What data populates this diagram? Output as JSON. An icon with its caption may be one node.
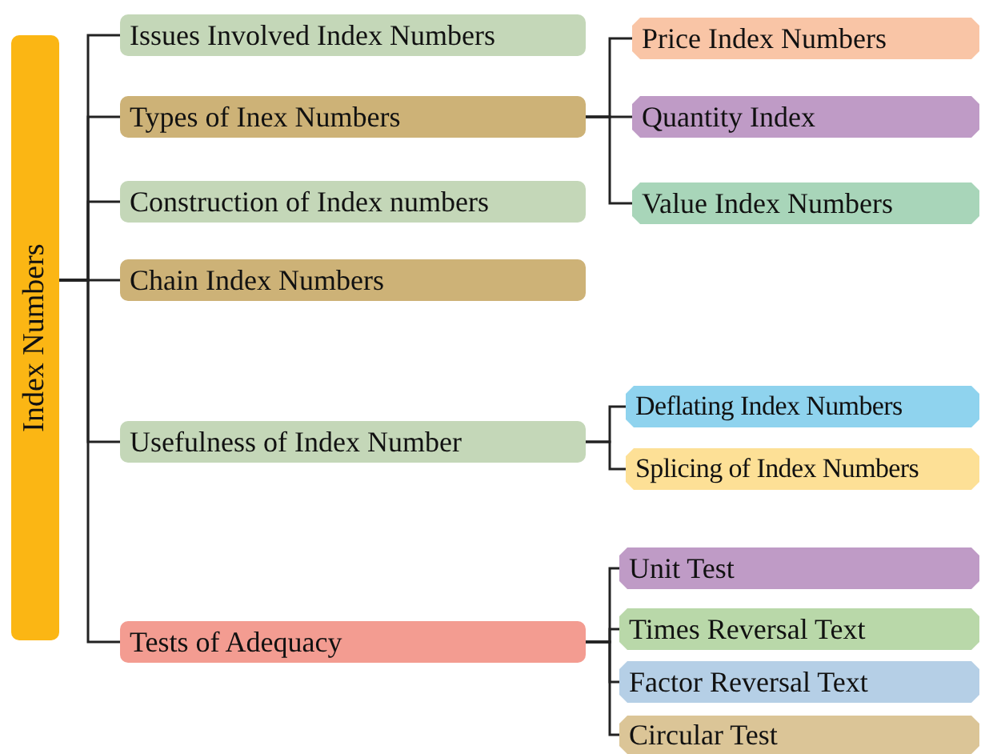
{
  "diagram": {
    "nodes": [
      {
        "text": [
          "Index Numbers"
        ]
      },
      {
        "text": [
          "Issues Involved Index Numbers"
        ]
      },
      {
        "text": [
          "Types of Inex Numbers"
        ]
      },
      {
        "text": [
          "Construction of Index numbers"
        ]
      },
      {
        "text": [
          "Chain Index Numbers"
        ]
      },
      {
        "text": [
          "Usefulness of Index Number"
        ]
      },
      {
        "text": [
          "Tests of Adequacy"
        ]
      },
      {
        "text": [
          "Price Index Numbers"
        ]
      },
      {
        "text": [
          "Quantity Index"
        ]
      },
      {
        "text": [
          "Value Index Numbers"
        ]
      },
      {
        "text": [
          "Deflating Index Numbers"
        ]
      },
      {
        "text": [
          "Splicing of Index Numbers"
        ]
      },
      {
        "text": [
          "Unit Test"
        ]
      },
      {
        "text": [
          "Times Reversal Text"
        ]
      },
      {
        "text": [
          "Factor Reversal Text"
        ]
      },
      {
        "text": [
          "Circular Test"
        ]
      }
    ],
    "edges": [
      {
        "from": 0,
        "to": 1,
        "arrow": "none"
      },
      {
        "from": 0,
        "to": 2,
        "arrow": "none"
      },
      {
        "from": 0,
        "to": 3,
        "arrow": "none"
      },
      {
        "from": 0,
        "to": 4,
        "arrow": "none"
      },
      {
        "from": 0,
        "to": 5,
        "arrow": "none"
      },
      {
        "from": 0,
        "to": 6,
        "arrow": "none"
      },
      {
        "from": 2,
        "to": 7,
        "arrow": "none"
      },
      {
        "from": 2,
        "to": 8,
        "arrow": "none"
      },
      {
        "from": 2,
        "to": 9,
        "arrow": "none"
      },
      {
        "from": 5,
        "to": 10,
        "arrow": "none"
      },
      {
        "from": 5,
        "to": 11,
        "arrow": "none"
      },
      {
        "from": 6,
        "to": 12,
        "arrow": "none"
      },
      {
        "from": 6,
        "to": 13,
        "arrow": "none"
      },
      {
        "from": 6,
        "to": 14,
        "arrow": "none"
      },
      {
        "from": 6,
        "to": 15,
        "arrow": "none"
      }
    ]
  }
}
